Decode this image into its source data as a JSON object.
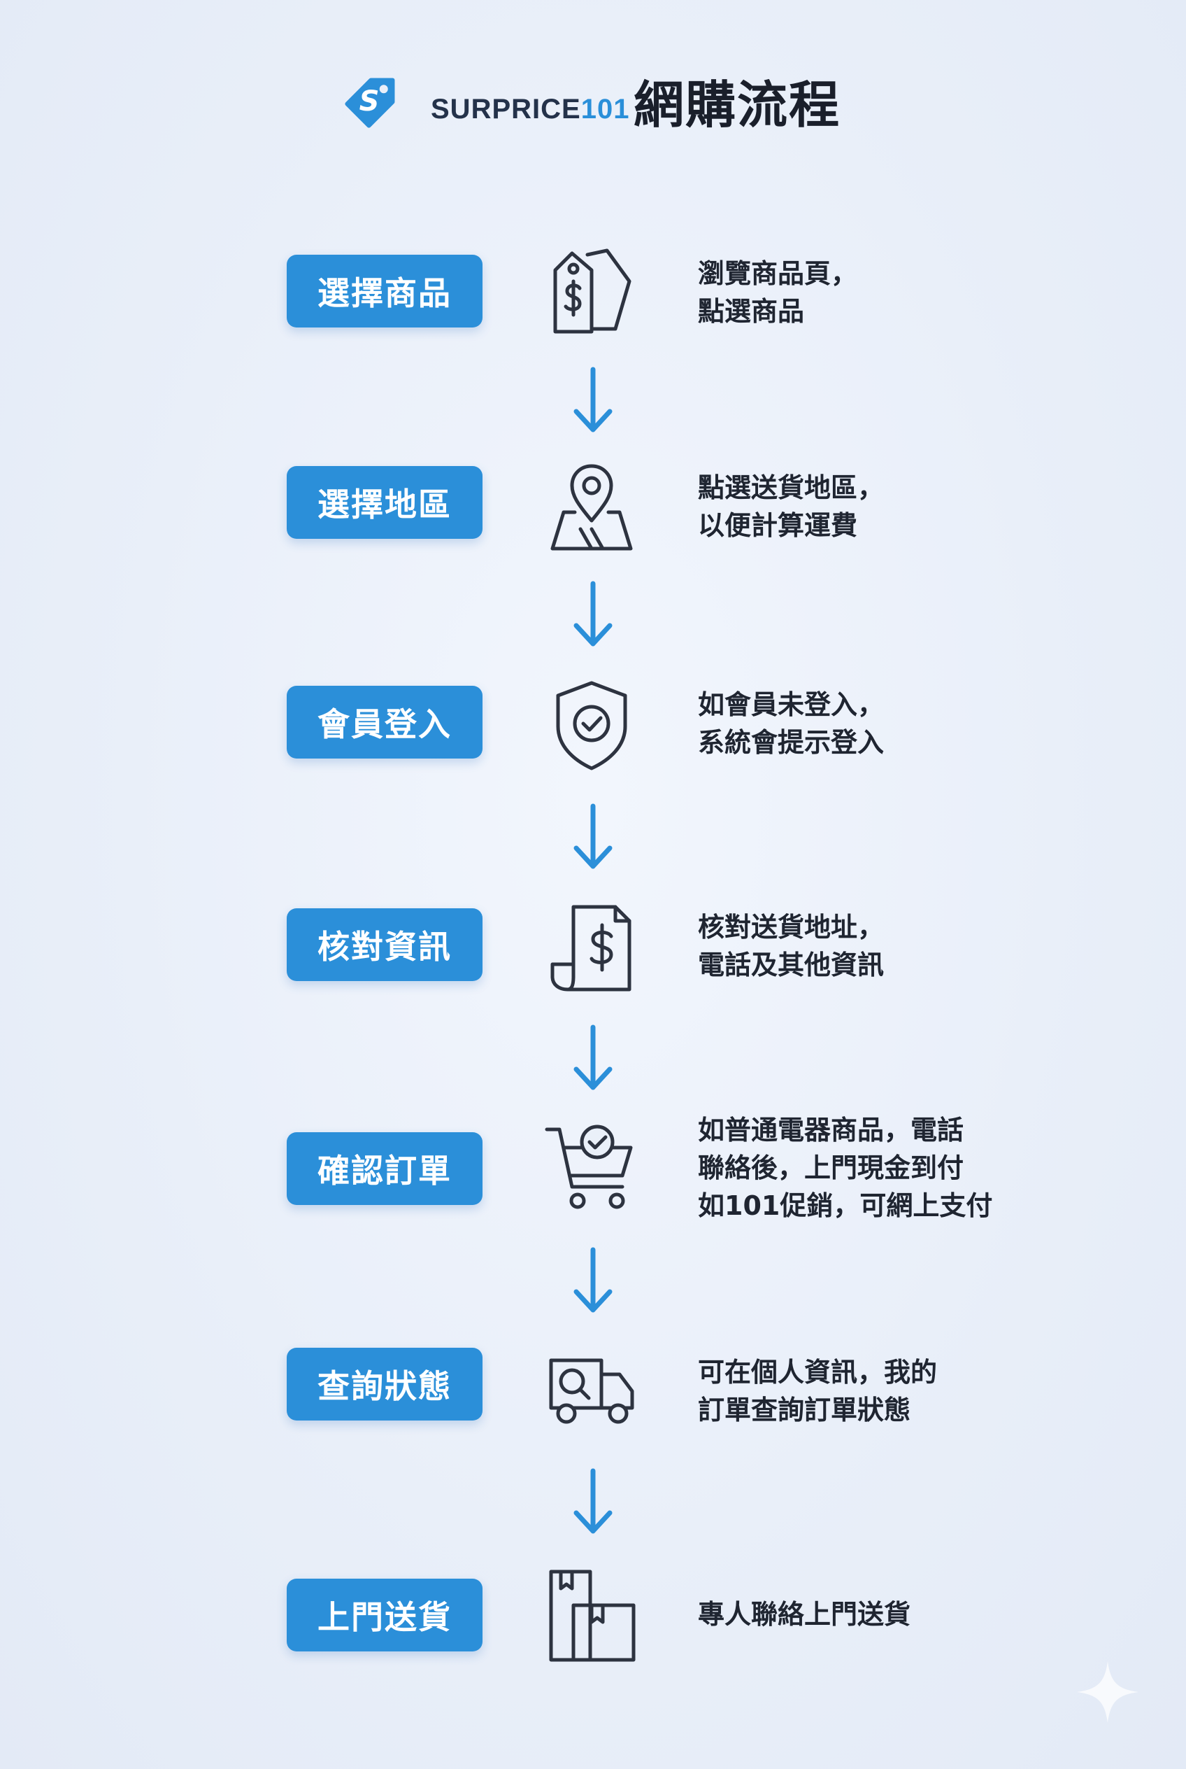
{
  "header": {
    "brand_text": "SURPRICE",
    "brand_number": "101",
    "title": "網購流程",
    "logo_letter": "S"
  },
  "colors": {
    "accent": "#2b8fd9",
    "icon_stroke": "#2d3340",
    "text": "#1f2531",
    "background": "#e9eff9"
  },
  "steps": [
    {
      "label": "選擇商品",
      "icon": "price-tag-icon",
      "desc": [
        "瀏覽商品頁，",
        "點選商品"
      ]
    },
    {
      "label": "選擇地區",
      "icon": "map-pin-icon",
      "desc": [
        "點選送貨地區，",
        "以便計算運費"
      ]
    },
    {
      "label": "會員登入",
      "icon": "shield-check-icon",
      "desc": [
        "如會員未登入，",
        "系統會提示登入"
      ]
    },
    {
      "label": "核對資訊",
      "icon": "receipt-dollar-icon",
      "desc": [
        "核對送貨地址，",
        "電話及其他資訊"
      ]
    },
    {
      "label": "確認訂單",
      "icon": "cart-check-icon",
      "desc": [
        "如普通電器商品，電話",
        "聯絡後，上門現金到付",
        "如101促銷，可網上支付"
      ]
    },
    {
      "label": "查詢狀態",
      "icon": "truck-search-icon",
      "desc": [
        "可在個人資訊，我的",
        "訂單查詢訂單狀態"
      ]
    },
    {
      "label": "上門送貨",
      "icon": "package-boxes-icon",
      "desc": [
        "專人聯絡上門送貨"
      ]
    }
  ]
}
